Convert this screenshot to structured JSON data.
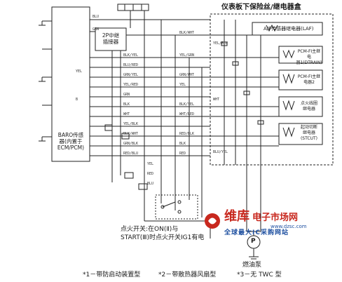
{
  "header": {
    "fuse_box_title": "仪表板下保险丝/继电器盒"
  },
  "components": {
    "barg_sensor": [
      "BARO传感",
      "器(内置于",
      "ECM/PCM)"
    ],
    "relay_2p": [
      "2P中继",
      "插接器"
    ],
    "af_relay": "A/F传感器继电器(LAF)",
    "pcm_fi_relay": [
      "PCM-FI主继电",
      "器1(DTRAIN)"
    ],
    "pcm_fi_relay2": [
      "PCM-FI主继",
      "电器2"
    ],
    "ignition_relay": [
      "点火线圈",
      "继电器"
    ],
    "starter_relay": [
      "起动切断",
      "继电器",
      "(STCUT)"
    ],
    "ignition_switch_note": [
      "点火开关:在ON(Ⅱ)与",
      "START(Ⅲ)时点火开关IG1有电"
    ],
    "fuel_pump_symbol": "P",
    "fuel_pump": "燃油泵"
  },
  "footnotes": [
    "*1－带防启动装置型",
    "*2－带散热器风扇型",
    "*3－无 TWC 型"
  ],
  "watermark": {
    "brand_cn": "维库",
    "brand_tail": "电子市场网",
    "url": "www.dzsc.com",
    "slogan": "全球最大IC采购网站"
  },
  "wire_labels": {
    "top_left": [
      "BLU",
      "GRN",
      "YEL",
      "B"
    ],
    "mid_column": [
      "BLK/YEL",
      "BLU/RED",
      "GRN/YEL",
      "YEL/RED",
      "GRN",
      "BLK",
      "WHT",
      "YEL/BLK",
      "BLK/WHT",
      "GRN/BLK",
      "RED/BLU",
      "YEL",
      "RED",
      "BLU"
    ],
    "right_column": [
      "BLK/WHT",
      "YEL/GRN",
      "GRN/WHT",
      "YEL",
      "BLK/YEL",
      "WHT/RED",
      "RED/BLK",
      "BLK",
      "RED",
      "YEL/BLU",
      "WHT",
      "BLU/YEL"
    ]
  },
  "colors": {
    "line": "#222222",
    "watermark_red": "#c8281e",
    "watermark_blue": "#1d4fa0"
  }
}
